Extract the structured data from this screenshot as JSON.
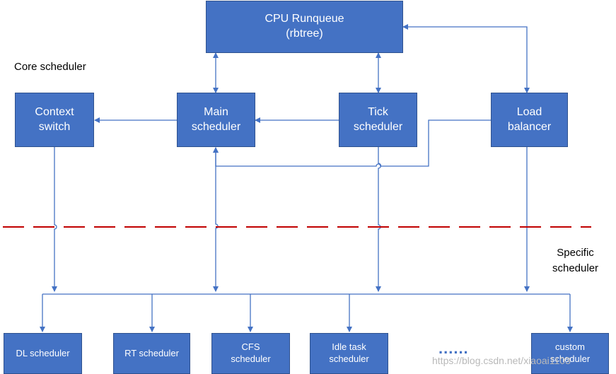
{
  "top": {
    "runqueue": {
      "line1": "CPU Runqueue",
      "line2": "(rbtree)"
    }
  },
  "labels": {
    "core_scheduler": "Core scheduler",
    "specific_line1": "Specific",
    "specific_line2": "scheduler"
  },
  "core": {
    "context_switch": {
      "line1": "Context",
      "line2": "switch"
    },
    "main_scheduler": {
      "line1": "Main",
      "line2": "scheduler"
    },
    "tick_scheduler": {
      "line1": "Tick",
      "line2": "scheduler"
    },
    "load_balancer": {
      "line1": "Load",
      "line2": "balancer"
    }
  },
  "specific": {
    "dl": {
      "line1": "DL scheduler"
    },
    "rt": {
      "line1": "RT scheduler"
    },
    "cfs": {
      "line1": "CFS",
      "line2": "scheduler"
    },
    "idle": {
      "line1": "Idle task",
      "line2": "scheduler"
    },
    "ellipsis": "......",
    "custom": {
      "line1": "custom",
      "line2": "scheduler"
    }
  },
  "watermark": "https://blog.csdn.net/xiaoai1103",
  "colors": {
    "box_fill": "#4472c4",
    "box_border": "#2f528f",
    "line": "#4472c4",
    "divider": "#c00000"
  }
}
